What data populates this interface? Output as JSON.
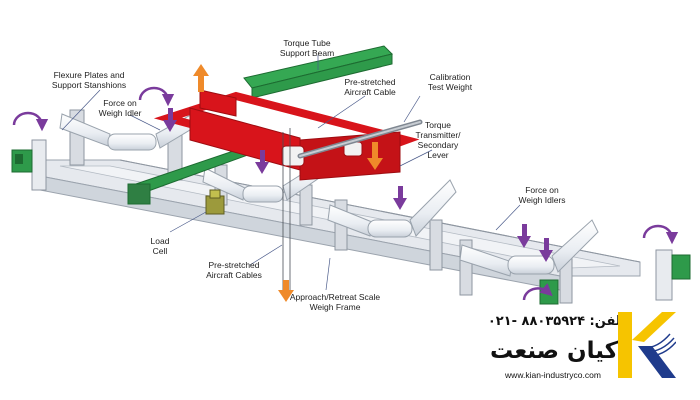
{
  "labels": {
    "torque_tube": "Torque Tube\nSupport Beam",
    "flexure": "Flexure Plates and\nSupport Stanshions",
    "force_left": "Force on\nWeigh Idler",
    "cable_top": "Pre-stretched\nAircraft Cable",
    "calibration": "Calibration\nTest Weight",
    "transmitter": "Torque\nTransmitter/\nSecondary\nLever",
    "force_right": "Force on\nWeigh Idlers",
    "load_cell": "Load\nCell",
    "cables_bottom": "Pre-stretched\nAircraft Cables",
    "approach": "Approach/Retreat Scale\nWeigh Frame"
  },
  "brand": {
    "phone": "تلفن: ۸۸۰۳۵۹۲۴ -۰۲۱",
    "name": "کیان صنعت",
    "website": "www.kian-industryco.com"
  },
  "colors": {
    "frame_red": "#d8141b",
    "beam_green": "#2e9a4a",
    "arrow_orange": "#ef8a2a",
    "arrow_purple": "#7a3b9c",
    "roller_white": "#f4f6f8",
    "frame_grey": "#d8dce2",
    "logo_yellow": "#f6c400",
    "logo_navy": "#1f3b8c"
  }
}
